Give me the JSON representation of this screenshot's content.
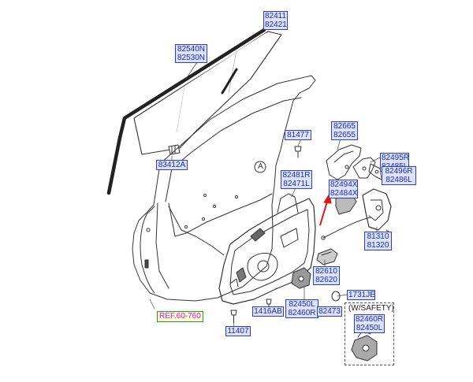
{
  "labels": {
    "glass_channel": [
      "82411",
      "82421"
    ],
    "run_channel": [
      "82540N",
      "82530N"
    ],
    "glass_holder": "83412A",
    "bolt_upper": "81477",
    "module": [
      "82481R",
      "82471L"
    ],
    "bracket": [
      "82665",
      "82655"
    ],
    "inner_handle_rod": [
      "82495R",
      "82485L"
    ],
    "handle_bracket": [
      "82496R",
      "82486L"
    ],
    "cable": [
      "82494X",
      "82484X"
    ],
    "latch": [
      "81310",
      "81320"
    ],
    "handle_assy": [
      "82610",
      "82620"
    ],
    "grommet": "1731JE",
    "screw": "1416AB",
    "motor": [
      "82450L",
      "82460R"
    ],
    "motor_part": "82473",
    "bolt_lower": "11407",
    "safety_motor": [
      "82460R",
      "82450L"
    ]
  },
  "ref_label": "REF.60-760",
  "safety_title": "(W/SAFETY)",
  "callout_letter": "A",
  "colors": {
    "label_fill": "#dde3ff",
    "label_border": "#2b3fd6",
    "label_text": "#1a2bb8",
    "ref_fill": "#fbfbd6",
    "ref_border": "#2a9a2a",
    "ref_text": "#d21cc8",
    "pointer_arrow": "#e01818",
    "line_art": "#333333"
  }
}
